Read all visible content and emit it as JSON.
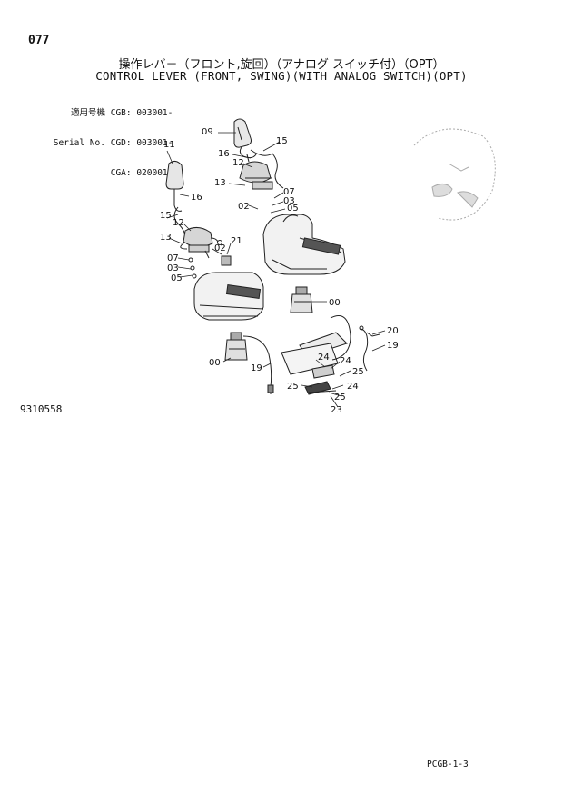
{
  "page_number": "077",
  "title_jp": "操作レバ－（フロント,旋回）（アナログ スイッチ付）（OPT）",
  "title_en": "CONTROL LEVER (FRONT, SWING)(WITH ANALOG SWITCH)(OPT)",
  "serial": {
    "label_jp": "適用号機",
    "label_en": "Serial No.",
    "rows": [
      "CGB: 003001-",
      "CGD: 003001-",
      "CGA: 020001-"
    ]
  },
  "figure_number": "9310558",
  "footer_code": "PCGB-1-3",
  "callouts": [
    "09",
    "16",
    "15",
    "12",
    "13",
    "07",
    "03",
    "05",
    "02",
    "11",
    "16",
    "15",
    "12",
    "13",
    "21",
    "02",
    "07",
    "03",
    "05",
    "00",
    "00",
    "19",
    "20",
    "19",
    "24",
    "24",
    "25",
    "25",
    "24",
    "25",
    "23"
  ]
}
